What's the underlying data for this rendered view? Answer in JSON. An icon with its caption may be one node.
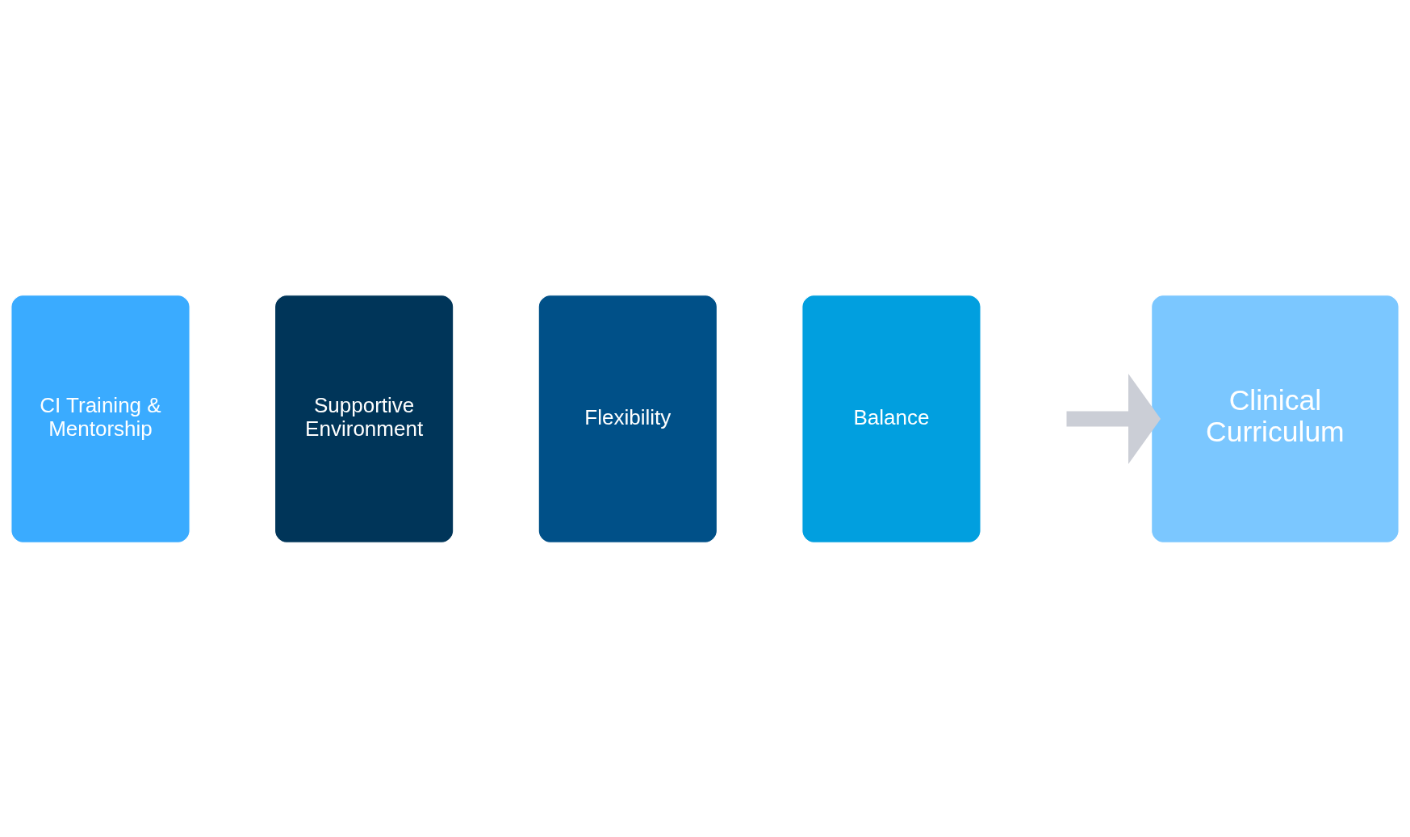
{
  "diagram": {
    "nodes": [
      {
        "text": [
          "CI Training & Mentorship"
        ]
      },
      {
        "text": [
          "Supportive Environment"
        ]
      },
      {
        "text": [
          "Flexibility"
        ]
      },
      {
        "text": [
          "Balance"
        ]
      },
      {
        "text": [
          "Clinical Curriculum"
        ]
      }
    ],
    "edges": [
      {
        "from": null,
        "to": 4,
        "arrow": "to"
      }
    ]
  }
}
